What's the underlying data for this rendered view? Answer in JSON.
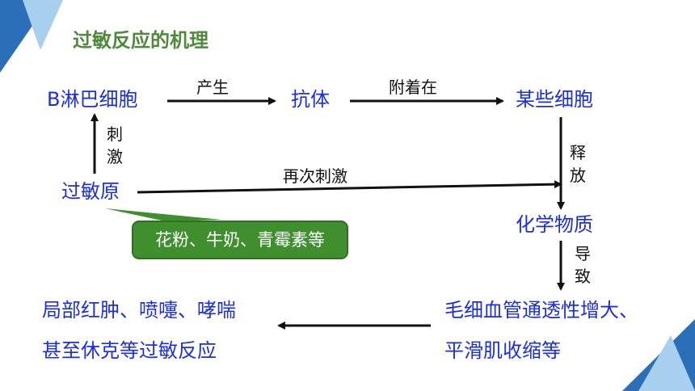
{
  "title": "过敏反应的机理",
  "nodes": {
    "b_cell": "B淋巴细胞",
    "antibody": "抗体",
    "certain_cells": "某些细胞",
    "allergen": "过敏原",
    "chemicals": "化学物质",
    "capillary_line1": "毛细血管通透性增大、",
    "capillary_line2": "平滑肌收缩等",
    "result_line1": "局部红肿、喷嚏、哮喘",
    "result_line2": "甚至休克等过敏反应"
  },
  "edge_labels": {
    "produce": "产生",
    "attach": "附着在",
    "stimulate_1": "刺",
    "stimulate_2": "激",
    "restimulate": "再次刺激",
    "release_1": "释",
    "release_2": "放",
    "cause_1": "导",
    "cause_2": "致"
  },
  "callout": "花粉、牛奶、青霉素等",
  "colors": {
    "node_text": "#1a2ee6",
    "title": "#4f8a3a",
    "callout_fill": "#3f8f2f",
    "deco_blue": "#2a6fb8",
    "deco_light": "#a9cfee"
  }
}
